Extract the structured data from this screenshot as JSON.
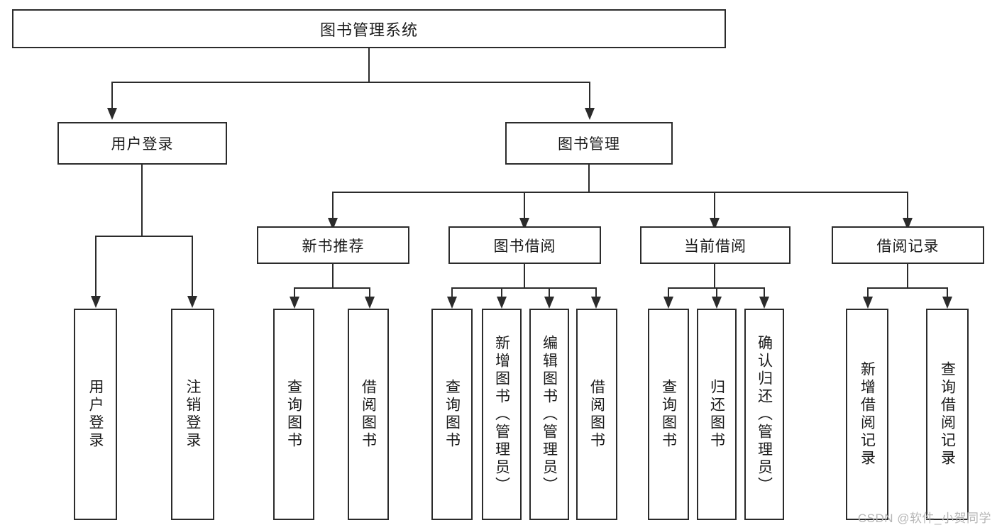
{
  "diagram": {
    "title": "图书管理系统",
    "type": "hierarchy-tree",
    "root": {
      "label": "图书管理系统",
      "orientation": "horizontal"
    },
    "level2": [
      {
        "label": "用户登录",
        "orientation": "horizontal"
      },
      {
        "label": "图书管理",
        "orientation": "horizontal"
      }
    ],
    "level3": [
      {
        "label": "新书推荐",
        "orientation": "horizontal"
      },
      {
        "label": "图书借阅",
        "orientation": "horizontal"
      },
      {
        "label": "当前借阅",
        "orientation": "horizontal"
      },
      {
        "label": "借阅记录",
        "orientation": "horizontal"
      }
    ],
    "leaves": {
      "user_login": [
        {
          "label": "用户登录",
          "orientation": "vertical"
        },
        {
          "label": "注销登录",
          "orientation": "vertical"
        }
      ],
      "new_book_recommend": [
        {
          "label": "查询图书",
          "orientation": "vertical"
        },
        {
          "label": "借阅图书",
          "orientation": "vertical"
        }
      ],
      "book_borrow": [
        {
          "label": "查询图书",
          "orientation": "vertical"
        },
        {
          "label": "新增图书（管理员）",
          "orientation": "vertical"
        },
        {
          "label": "编辑图书（管理员）",
          "orientation": "vertical"
        },
        {
          "label": "借阅图书",
          "orientation": "vertical"
        }
      ],
      "current_borrow": [
        {
          "label": "查询图书",
          "orientation": "vertical"
        },
        {
          "label": "归还图书",
          "orientation": "vertical"
        },
        {
          "label": "确认归还（管理员）",
          "orientation": "vertical"
        }
      ],
      "borrow_record": [
        {
          "label": "新增借阅记录",
          "orientation": "vertical"
        },
        {
          "label": "查询借阅记录",
          "orientation": "vertical"
        }
      ]
    },
    "watermark": "CSDN @软件_小贺同学",
    "colors": {
      "stroke": "#2b2b2b",
      "fill": "#ffffff",
      "text": "#1a1a1a",
      "watermark": "#b6b6b6"
    }
  }
}
